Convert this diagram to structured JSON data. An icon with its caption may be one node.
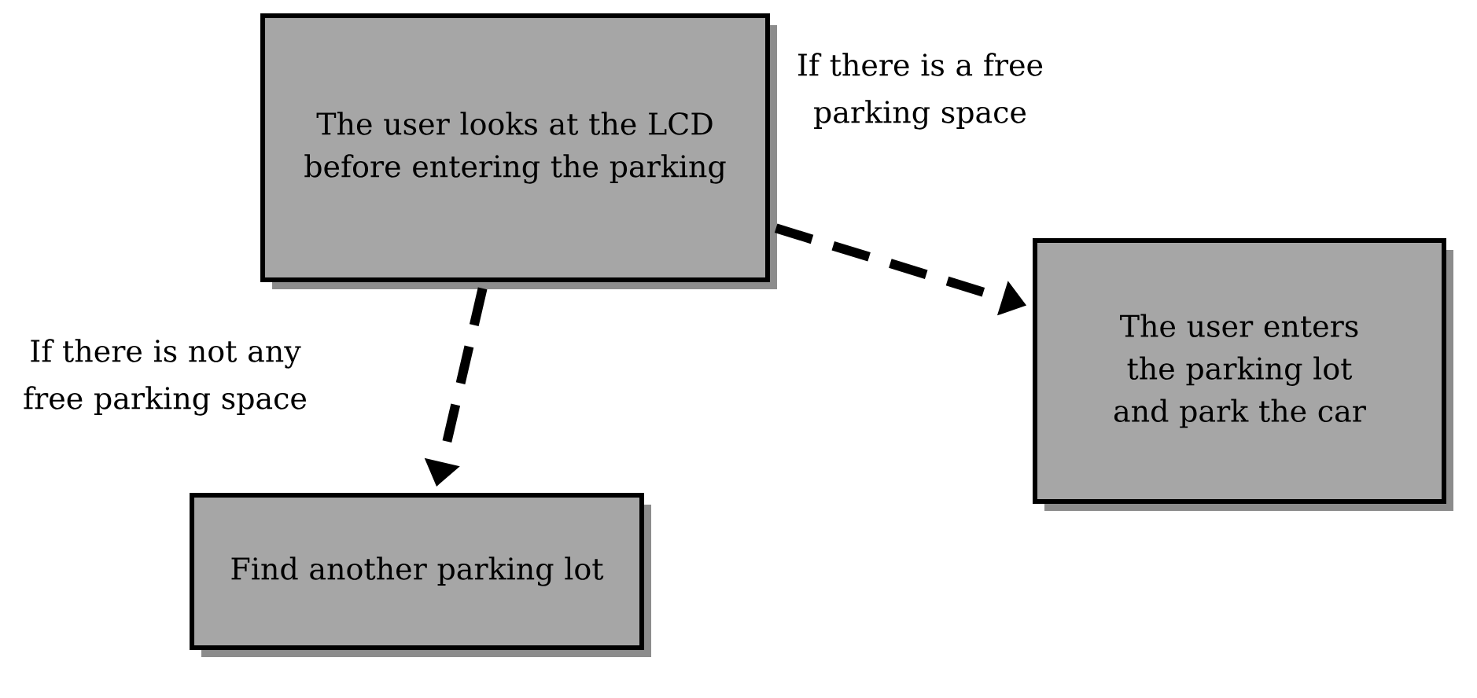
{
  "diagram": {
    "nodes": [
      {
        "text": [
          "The user looks at the LCD before entering the parking"
        ]
      },
      {
        "text": [
          "The user enters the parking lot and park the car"
        ]
      },
      {
        "text": [
          "Find another parking lot"
        ]
      }
    ],
    "edges": [
      {
        "from": 0,
        "to": 1,
        "arrow": "to",
        "style": "dashed",
        "label": "If there is a free parking space"
      },
      {
        "from": 0,
        "to": 2,
        "arrow": "to",
        "style": "dashed",
        "label": "If there is not any free parking space"
      }
    ]
  }
}
